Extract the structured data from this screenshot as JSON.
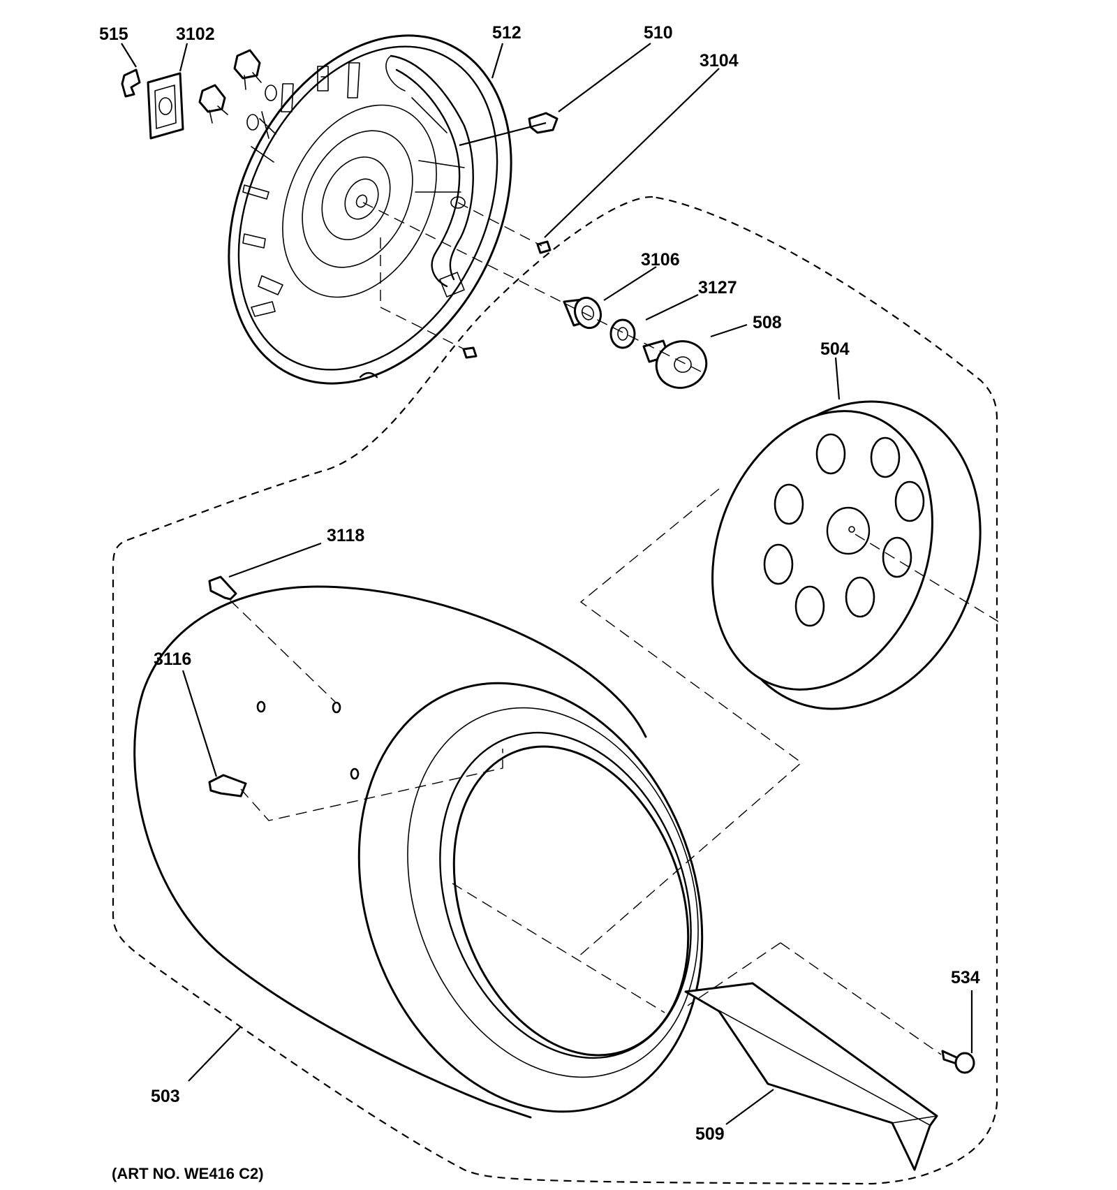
{
  "art_number": "(ART NO. WE416 C2)",
  "callouts": {
    "p515": "515",
    "p3102": "3102",
    "p512": "512",
    "p510": "510",
    "p3104": "3104",
    "p3106": "3106",
    "p3127": "3127",
    "p508": "508",
    "p504": "504",
    "p3118": "3118",
    "p3116": "3116",
    "p534": "534",
    "p503": "503",
    "p509": "509"
  }
}
